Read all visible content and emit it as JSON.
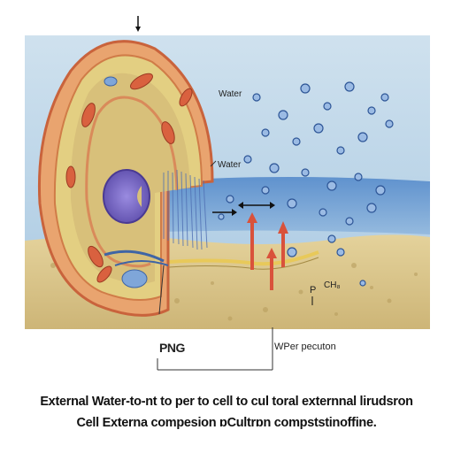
{
  "labels": {
    "water_top": "Water",
    "water_mid": "Water",
    "p_label": "P",
    "ch_label": "CH₈",
    "png_label": "PNG",
    "wper_label": "WPer pecuton"
  },
  "caption": {
    "line1": "External Water-to-nt to per to cell to cul toral externnal lirudsron",
    "line2": "Cell Externa compesion ɒCultrɒn compststinoffine."
  },
  "colors": {
    "water": "#a8c8e4",
    "soil": "#d9c48a",
    "cell_wall": "#e4855a",
    "nucleus": "#7b6cc4",
    "arrow": "#d9523b"
  }
}
